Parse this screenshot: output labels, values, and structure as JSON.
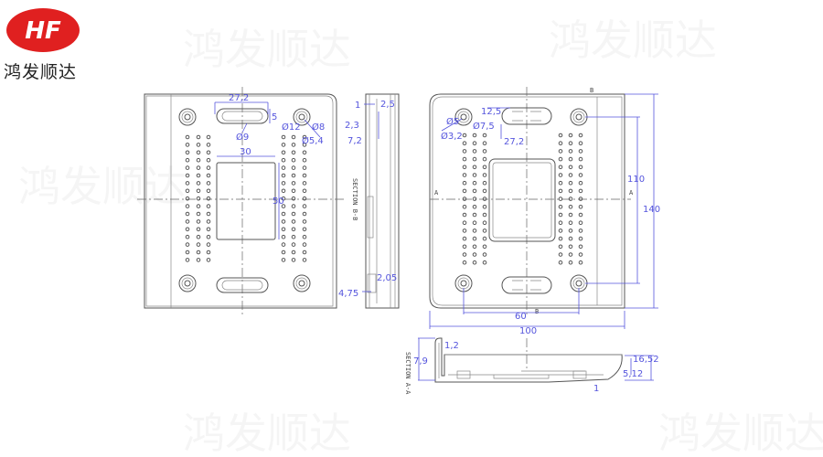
{
  "brand": {
    "logo_text": "HF",
    "name": "鸿发顺达",
    "logo_color": "#e02020"
  },
  "watermark": "鸿发顺达",
  "front_view": {
    "dims": {
      "slot_width": "27,2",
      "slot_height": "5",
      "slot_dia": "Ø9",
      "boss_outer": "Ø12",
      "boss_mid": "Ø8",
      "boss_inner": "Ø5,4",
      "window_width": "30",
      "window_height": "50"
    }
  },
  "side_view": {
    "section_label": "SECTION B-B",
    "dims": {
      "d1": "1",
      "d2": "2,5",
      "d3": "2,3",
      "d4": "7,2",
      "d5": "2,05",
      "d6": "4,75"
    }
  },
  "back_view": {
    "dims": {
      "boss_a": "Ø5",
      "boss_b": "Ø3,2",
      "boss_c": "Ø7,5",
      "slot_h": "12,5",
      "slot_w": "27,2",
      "hole_pitch_v": "110",
      "height": "140",
      "hole_pitch_h": "60",
      "width": "100"
    },
    "section_marks": {
      "a": "A",
      "b": "B"
    }
  },
  "section_a": {
    "section_label": "SECTION A-A",
    "dims": {
      "wall": "1,2",
      "height_left": "7,9",
      "height_total": "16,52",
      "height_inner": "5,12",
      "floor": "1"
    }
  },
  "colors": {
    "dimension": "#5555dd",
    "line": "#555555"
  }
}
